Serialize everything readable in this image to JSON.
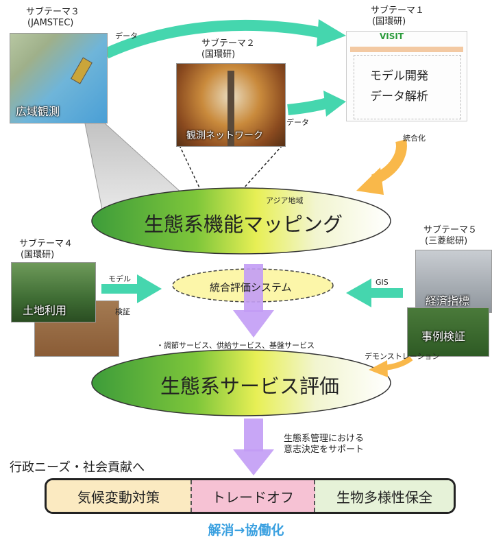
{
  "subtheme3": {
    "title": "サブテーマ３",
    "org": "(JAMSTEC)",
    "photo_label": "広域観測"
  },
  "subtheme2": {
    "title": "サブテーマ２",
    "org": "(国環研)",
    "photo_label": "観測ネットワーク"
  },
  "subtheme1": {
    "title": "サブテーマ１",
    "org": "(国環研)",
    "logo": "VISIT",
    "photo_label1": "モデル開発",
    "photo_label2": "データ解析"
  },
  "subtheme4": {
    "title": "サブテーマ４",
    "org": "(国環研)",
    "photo_label": "土地利用"
  },
  "subtheme5": {
    "title": "サブテーマ５",
    "org": "(三菱総研)",
    "photo_label1": "経済指標",
    "photo_label2": "事例検証"
  },
  "arrows": {
    "data_top": "データ",
    "data_mid": "データ",
    "integrate": "統合化",
    "model": "モデル",
    "verify": "検証",
    "gis": "GIS",
    "demo": "デモンストレーション"
  },
  "mapping": {
    "region": "アジア地域",
    "title": "生態系機能マッピング"
  },
  "system": {
    "label": "統合評価システム"
  },
  "services_note": "・調節サービス、供給サービス、基盤サービス",
  "evaluation": {
    "title": "生態系サービス評価"
  },
  "support": {
    "line1": "生態系管理における",
    "line2": "意志決定をサポート"
  },
  "policy": "行政ニーズ・社会貢献へ",
  "bottom_bar": {
    "left": "気候変動対策",
    "center": "トレードオフ",
    "right": "生物多様性保全"
  },
  "footer": "解消→協働化",
  "colors": {
    "teal": "#45d6ae",
    "orange": "#f9b84a",
    "purple": "#c29cf5",
    "blue": "#3aa0e0",
    "left_seg": "#fbeac1",
    "center_seg": "#f6c2d4",
    "right_seg": "#e6f2d8"
  }
}
